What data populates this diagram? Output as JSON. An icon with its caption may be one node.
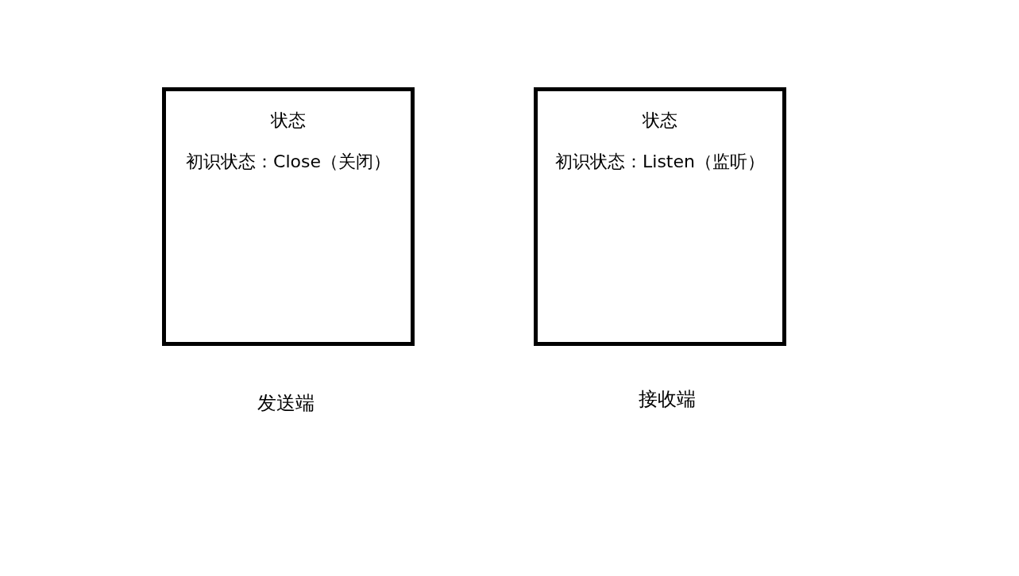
{
  "diagram": {
    "nodes": [
      {
        "text": [
          "状态",
          "初识状态：Close（关闭）"
        ],
        "beside": [
          "发送端"
        ]
      },
      {
        "text": [
          "状态",
          "初识状态：Listen（监听）"
        ],
        "beside": [
          "接收端"
        ]
      }
    ]
  }
}
